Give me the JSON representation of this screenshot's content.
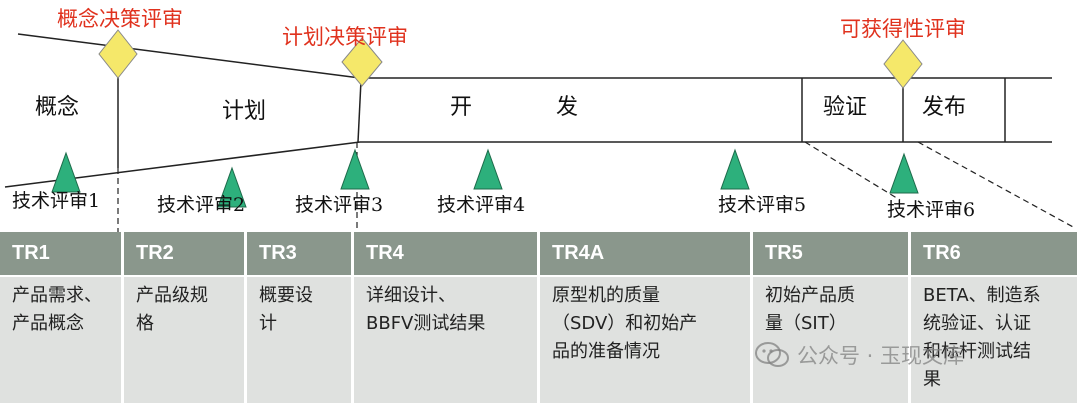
{
  "decisions": [
    {
      "id": "cdcp",
      "label": "概念决策评审"
    },
    {
      "id": "pdcp",
      "label": "计划决策评审"
    },
    {
      "id": "adcp",
      "label": "可获得性评审"
    }
  ],
  "phases": [
    {
      "id": "concept",
      "label": "概念"
    },
    {
      "id": "plan",
      "label": "计划"
    },
    {
      "id": "develop-1",
      "label": "开"
    },
    {
      "id": "develop-2",
      "label": "发"
    },
    {
      "id": "verify",
      "label": "验证"
    },
    {
      "id": "release",
      "label": "发布"
    }
  ],
  "reviews": [
    {
      "id": "tr1",
      "label": "技术评审1"
    },
    {
      "id": "tr2",
      "label": "技术评审2"
    },
    {
      "id": "tr3",
      "label": "技术评审3"
    },
    {
      "id": "tr4",
      "label": "技术评审4"
    },
    {
      "id": "tr5",
      "label": "技术评审5"
    },
    {
      "id": "tr6",
      "label": "技术评审6"
    }
  ],
  "table": {
    "columns": [
      {
        "header": "TR1",
        "lines": [
          "产品需求、",
          "产品概念"
        ]
      },
      {
        "header": "TR2",
        "lines": [
          "产品级规",
          "格"
        ]
      },
      {
        "header": "TR3",
        "lines": [
          "概要设",
          "计"
        ]
      },
      {
        "header": "TR4",
        "lines": [
          "详细设计、",
          "BBFV测试结果"
        ]
      },
      {
        "header": "TR4A",
        "lines": [
          "原型机的质量",
          "（SDV）和初始产",
          "品的准备情况"
        ]
      },
      {
        "header": "TR5",
        "lines": [
          "初始产品质",
          "量（SIT）"
        ]
      },
      {
        "header": "TR6",
        "lines": [
          "BETA、制造系",
          "统验证、认证",
          "和标杆测试结",
          "果"
        ]
      }
    ]
  },
  "watermark": {
    "text": "公众号 · 玉现文库"
  },
  "colors": {
    "decision_label": "#e0321e",
    "diamond_fill": "#f5e86a",
    "triangle_fill": "#2db07c",
    "table_header_bg": "#8a978c",
    "table_cell_bg": "#dfe1df"
  }
}
